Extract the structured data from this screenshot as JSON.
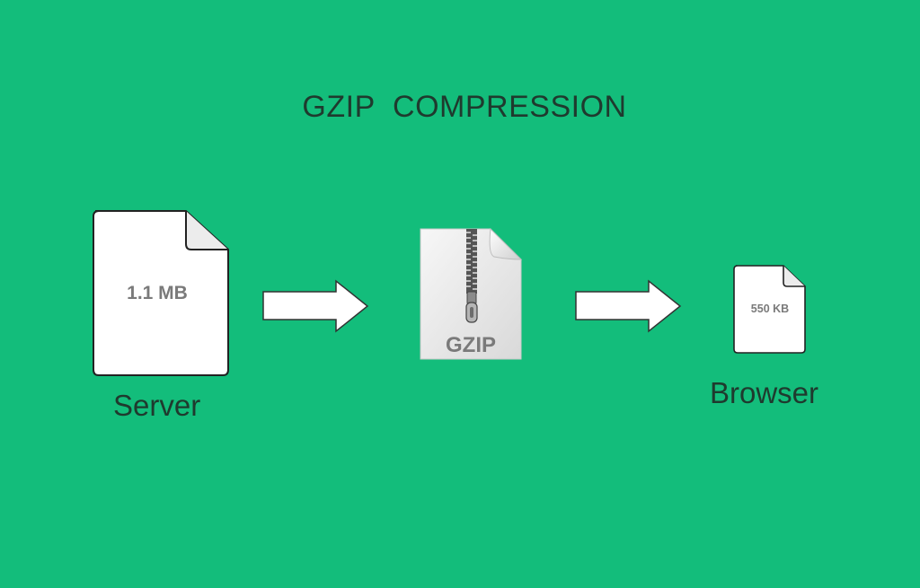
{
  "title": "GZIP  COMPRESSION",
  "colors": {
    "background": "#13bd7b",
    "text": "#1f3a2e",
    "document": "#ffffff",
    "document_label": "#7a7a7a",
    "zip_archive": "#ececec"
  },
  "server": {
    "file_size": "1.1 MB",
    "caption": "Server",
    "icon": "document-icon"
  },
  "archive": {
    "label": "GZIP",
    "icon": "zipper-file-icon"
  },
  "browser": {
    "file_size": "550 KB",
    "caption": "Browser",
    "icon": "document-icon"
  },
  "arrows": [
    "right-arrow-icon",
    "right-arrow-icon"
  ]
}
